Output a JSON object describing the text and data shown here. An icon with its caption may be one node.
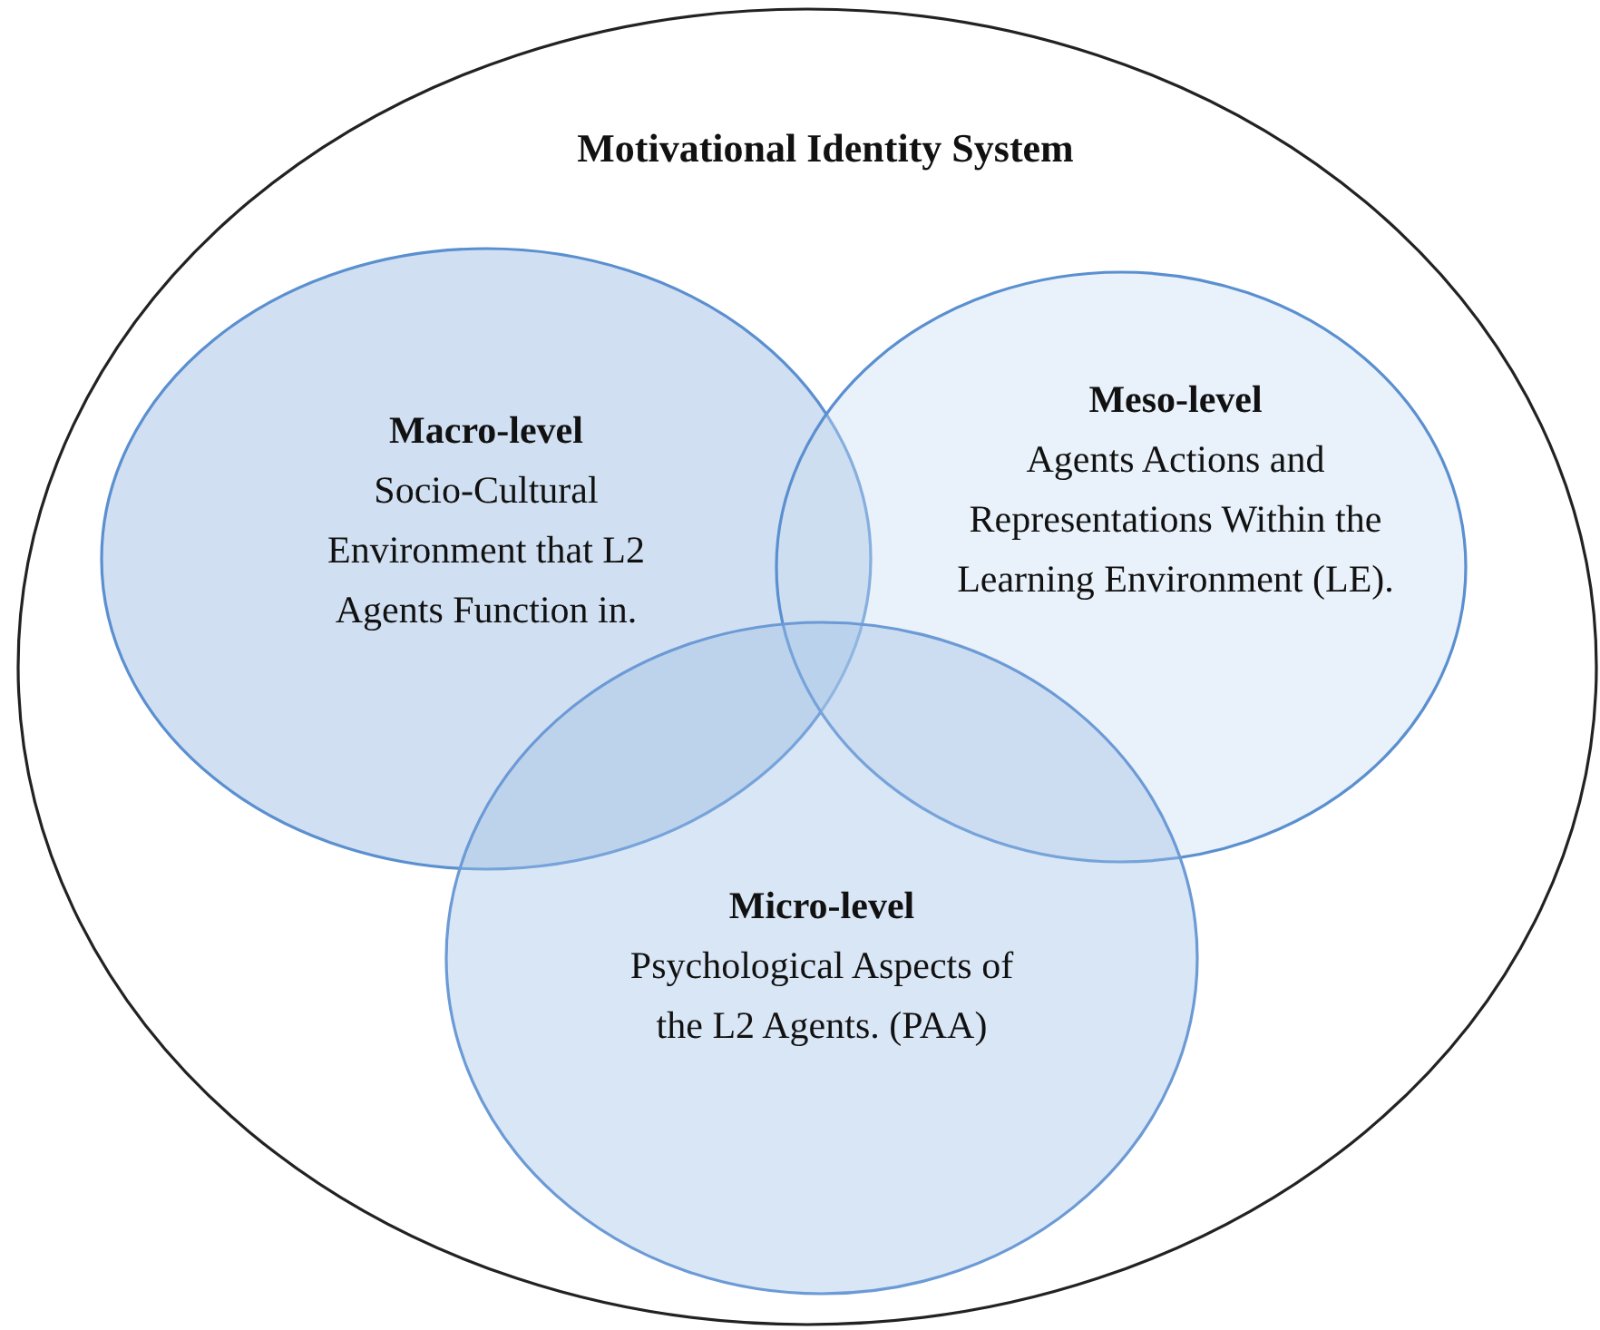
{
  "diagram": {
    "nodes": [
      {
        "text": [
          "Motivational Identity System"
        ]
      },
      {
        "text": [
          "Macro-level",
          "Socio-Cultural Environment that L2 Agents Function in."
        ],
        "in": 0
      },
      {
        "text": [
          "Meso-level",
          "Agents Actions and Representations Within the Learning Environment (LE)."
        ],
        "in": 0
      },
      {
        "text": [
          "Micro-level",
          "Psychological Aspects of the L2 Agents. (PAA)"
        ],
        "in": 0
      }
    ]
  }
}
